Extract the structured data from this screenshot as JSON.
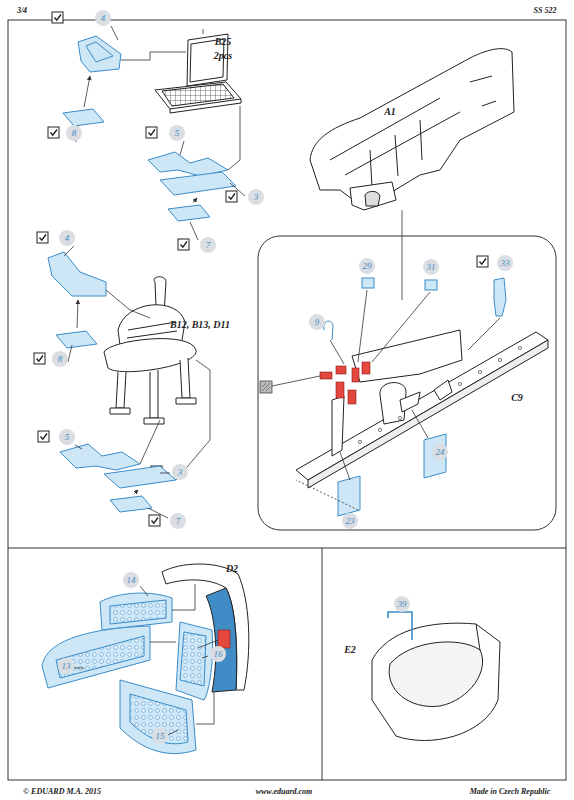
{
  "diagram": {
    "labels": [
      "3/4",
      "SS 522",
      "4",
      "B25",
      "2pcs",
      "8",
      "5",
      "3",
      "7",
      "4",
      "A1",
      "29",
      "31",
      "33",
      "9",
      "B12, B13, D11",
      "8",
      "C9",
      "5",
      "24",
      "3",
      "7",
      "23",
      "D2",
      "14",
      "39",
      "E2",
      "16",
      "13",
      "15",
      "© EDUARD M.A. 2015",
      "www.eduard.com",
      "Made in Czech Republic"
    ]
  }
}
